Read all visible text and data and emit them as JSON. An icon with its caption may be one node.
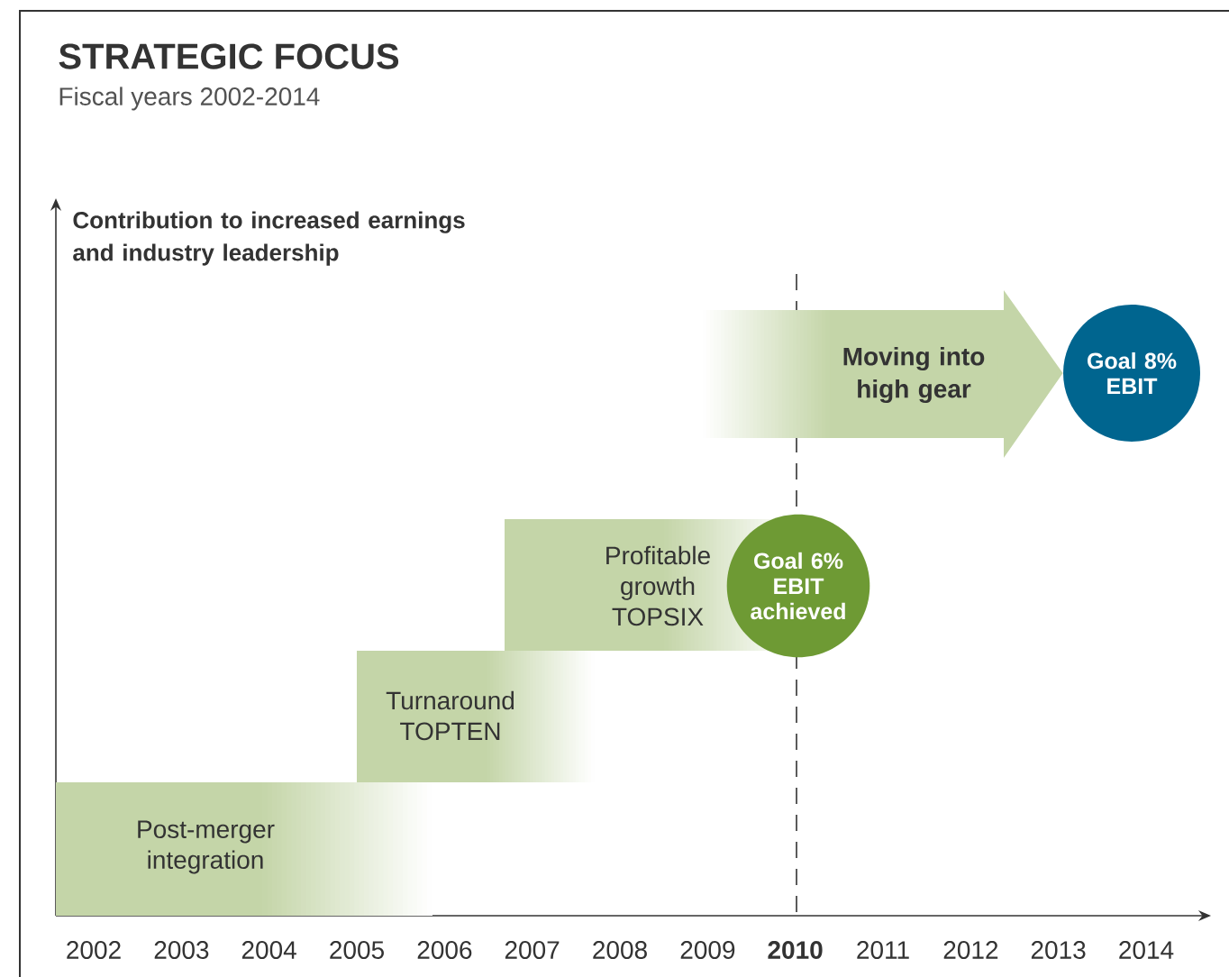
{
  "diagram": {
    "title": "STRATEGIC FOCUS",
    "caption": "Fiscal years 2002-2014",
    "nodes": [
      {
        "text": [
          "Post-merger integration"
        ]
      },
      {
        "text": [
          "Turnaround TOPTEN"
        ]
      },
      {
        "text": [
          "Profitable growth TOPSIX"
        ]
      },
      {
        "text": [
          "Goal 6% EBIT achieved"
        ]
      },
      {
        "text": [
          "Goal 8% EBIT"
        ]
      }
    ],
    "edges": [
      {
        "from": null,
        "to": 4,
        "arrow": "to",
        "label": "Moving into high gear"
      }
    ],
    "labels": [
      "Contribution to increased earnings and industry leadership",
      "2002",
      "2003",
      "2004",
      "2005",
      "2006",
      "2007",
      "2008",
      "2009",
      "2010",
      "2011",
      "2012",
      "2013",
      "2014"
    ]
  }
}
